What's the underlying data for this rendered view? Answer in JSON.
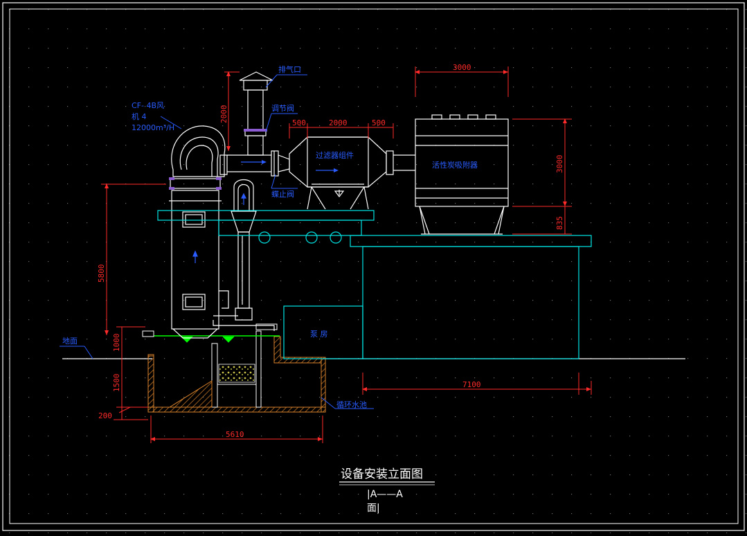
{
  "drawing": {
    "title": "设备安装立面图",
    "section": "|A——A",
    "section_sub": "面|"
  },
  "labels": {
    "exhaust_cap": "排气口",
    "damper": "调节阀",
    "fan_model": "CF- 4B风",
    "fan_sub": "机    4",
    "fan_flow": "12000m³/H",
    "filter": "过滤器组件",
    "adsorber": "活性炭吸附器",
    "valve_lower": "蝶止阀",
    "ground": "地面",
    "pump_room": "泵  房",
    "water_tank": "循环水池"
  },
  "dimensions": {
    "adsorber_width": "3000",
    "stack_height": "2000",
    "duct_left": "500",
    "filter_length": "2000",
    "duct_right": "500",
    "adsorber_height": "3000",
    "adsorber_legs": "835",
    "tower_height": "5800",
    "above_ground": "1000",
    "below_ground": "1500",
    "pit_bottom": "200",
    "base_length": "7100",
    "pit_length": "5610"
  },
  "colors": {
    "background": "#000000",
    "equipment": "#ffffff",
    "structure": "#00e5e5",
    "dimension": "#ff2a2a",
    "label": "#2a5cff",
    "brick": "#d9822b",
    "water": "#00ff00"
  }
}
